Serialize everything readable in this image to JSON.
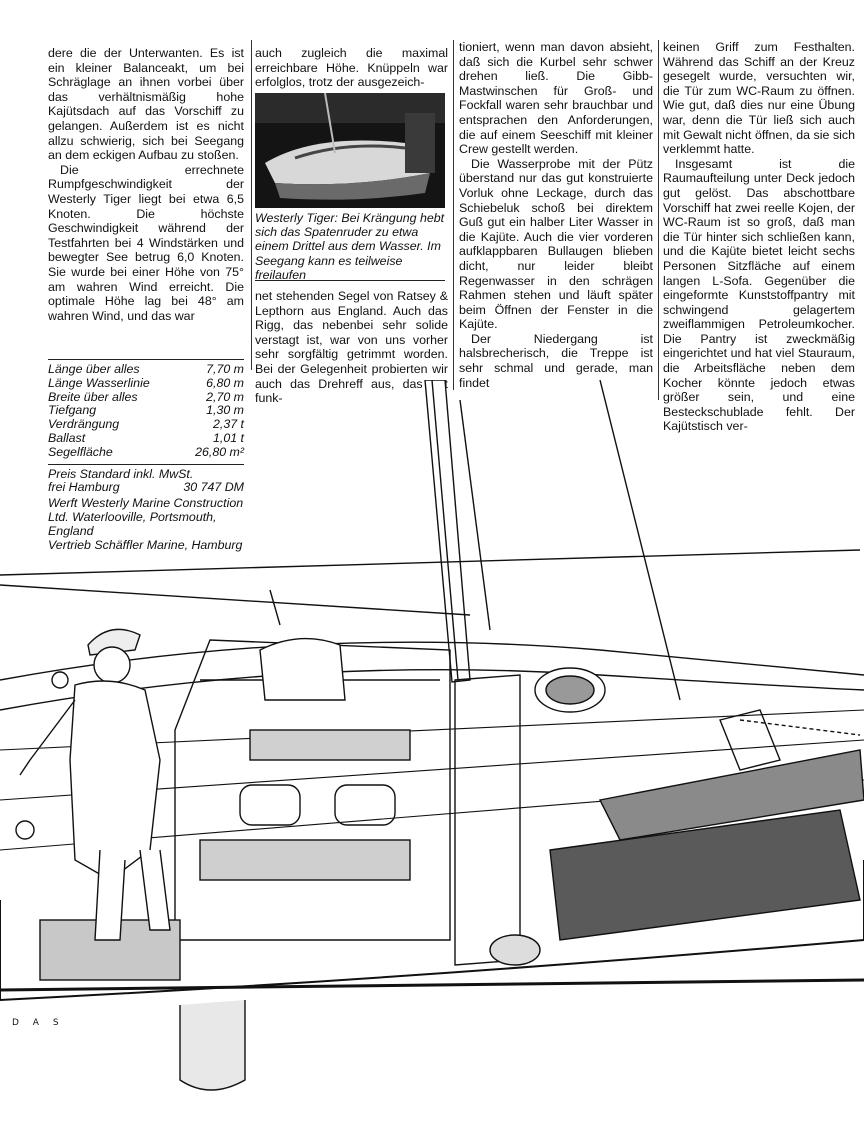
{
  "columns": {
    "c1": {
      "p1": "dere die der Unterwanten. Es ist ein kleiner Balanceakt, um bei Schräglage an ihnen vorbei über das verhältnismäßig hohe Kajütsdach auf das Vorschiff zu gelangen. Außerdem ist es nicht allzu schwierig, sich bei Seegang an dem eckigen Aufbau zu stoßen.",
      "p2": "Die errechnete Rumpfgeschwindigkeit der Westerly Tiger liegt bei etwa 6,5 Knoten. Die höchste Geschwindigkeit während der Testfahrten bei 4 Windstärken und bewegter See betrug 6,0 Knoten. Sie wurde bei einer Höhe von 75° am wahren Wind erreicht. Die optimale Höhe lag bei 48° am wahren Wind, und das war"
    },
    "c2": {
      "p1": "auch zugleich die maximal erreichbare Höhe. Knüppeln war erfolglos, trotz der ausgezeich-",
      "p2": "net stehenden Segel von Ratsey & Lepthorn aus England. Auch das Rigg, das nebenbei sehr solide verstagt ist, war von uns vorher sehr sorgfältig getrimmt worden. Bei der Gelegenheit probierten wir auch das Drehreff aus, das gut funk-"
    },
    "c3": {
      "p1": "tioniert, wenn man davon absieht, daß sich die Kurbel sehr schwer drehen ließ. Die Gibb-Mastwinschen für Groß- und Fockfall waren sehr brauchbar und entsprachen den Anforderungen, die auf einem Seeschiff mit kleiner Crew gestellt werden.",
      "p2": "Die Wasserprobe mit der Pütz überstand nur das gut konstruierte Vorluk ohne Leckage, durch das Schiebeluk schoß bei direktem Guß gut ein halber Liter Wasser in die Kajüte. Auch die vier vorderen aufklappbaren Bullaugen blieben dicht, nur leider bleibt Regenwasser in den schrägen Rahmen stehen und läuft später beim Öffnen der Fenster in die Kajüte.",
      "p3": "Der Niedergang ist halsbrecherisch, die Treppe ist sehr schmal und gerade, man findet"
    },
    "c4": {
      "p1": "keinen Griff zum Festhalten. Während das Schiff an der Kreuz gesegelt wurde, versuchten wir, die Tür zum WC-Raum zu öffnen. Wie gut, daß dies nur eine Übung war, denn die Tür ließ sich auch mit Gewalt nicht öffnen, da sie sich verklemmt hatte.",
      "p2": "Insgesamt ist die Raumaufteilung unter Deck jedoch gut gelöst. Das abschottbare Vorschiff hat zwei reelle Kojen, der WC-Raum ist so groß, daß man die Tür hinter sich schließen kann, und die Kajüte bietet leicht sechs Personen Sitzfläche auf einem langen L-Sofa. Gegenüber die eingeformte Kunststoffpantry mit schwingend gelagertem zweiflammigen Petroleumkocher. Die Pantry ist zweckmäßig eingerichtet und hat viel Stauraum, die Arbeitsfläche neben dem Kocher könnte jedoch etwas größer sein, und eine Besteckschublade fehlt. Der Kajütstisch ver-"
    }
  },
  "caption": "Westerly Tiger: Bei Krängung hebt sich das Spatenruder zu etwa einem Drittel aus dem Wasser. Im Seegang kann es teilweise freilaufen",
  "specs": {
    "rows": [
      {
        "label": "Länge über alles",
        "value": "7,70 m"
      },
      {
        "label": "Länge Wasserlinie",
        "value": "6,80 m"
      },
      {
        "label": "Breite über alles",
        "value": "2,70 m"
      },
      {
        "label": "Tiefgang",
        "value": "1,30 m"
      },
      {
        "label": "Verdrängung",
        "value": "2,37 t"
      },
      {
        "label": "Ballast",
        "value": "1,01 t"
      },
      {
        "label": "Segelfläche",
        "value": "26,80 m²"
      }
    ],
    "price_label_1": "Preis Standard inkl. MwSt.",
    "price_label_2": "frei Hamburg",
    "price_value": "30 747 DM",
    "yard": "Werft Westerly Marine Construction Ltd. Waterlooville, Portsmouth, England",
    "dealer": "Vertrieb Schäffler Marine, Hamburg"
  },
  "footer_mark": "DAS"
}
